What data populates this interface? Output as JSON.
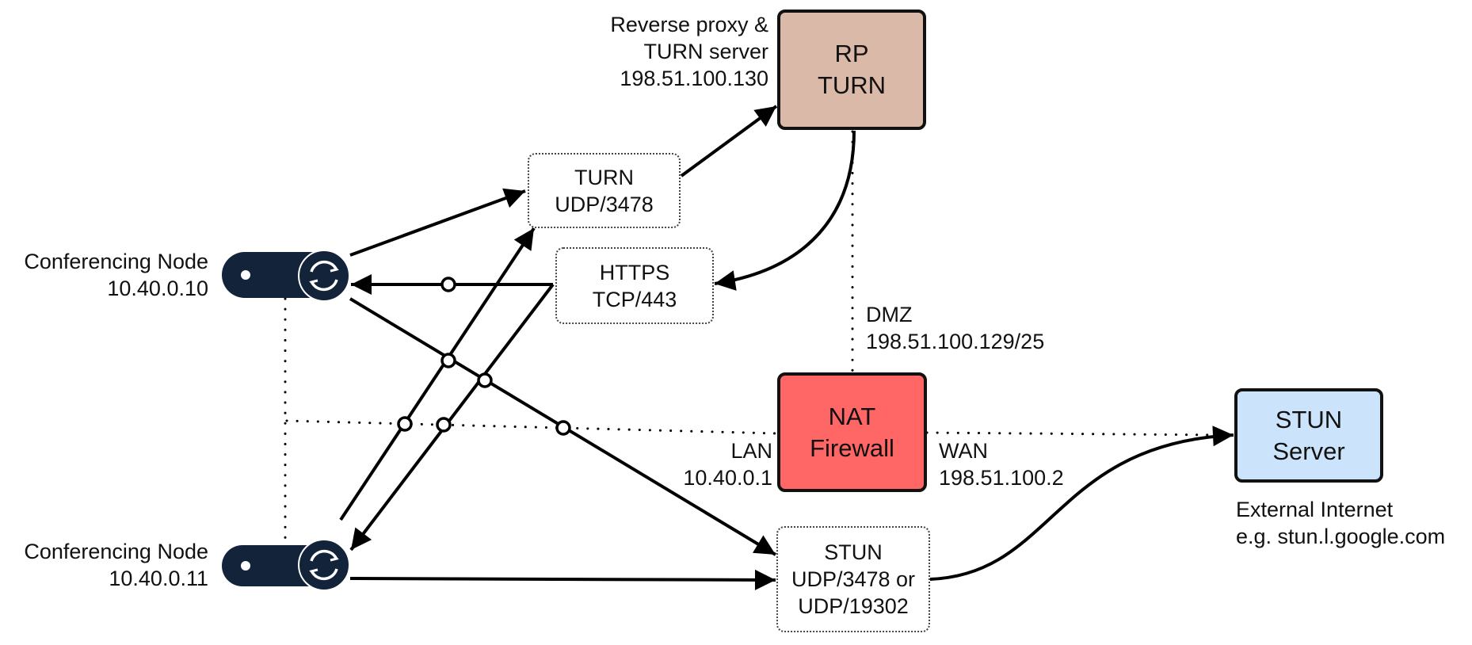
{
  "colors": {
    "rp_turn_fill": "#dbb9a8",
    "nat_fill": "#ff6666",
    "stun_server_fill": "#cce4fb",
    "node_fill": "#12233a",
    "line": "#000000"
  },
  "nodes": [
    {
      "id": "node1",
      "name": "Conferencing Node",
      "ip": "10.40.0.10",
      "icon": "sync-icon"
    },
    {
      "id": "node2",
      "name": "Conferencing Node",
      "ip": "10.40.0.11",
      "icon": "sync-icon"
    }
  ],
  "rp_turn": {
    "title_line1": "RP",
    "title_line2": "TURN",
    "caption_line1": "Reverse proxy &",
    "caption_line2": "TURN server",
    "caption_line3": "198.51.100.130"
  },
  "nat_firewall": {
    "title_line1": "NAT",
    "title_line2": "Firewall",
    "lan_label": "LAN",
    "lan_ip": "10.40.0.1",
    "wan_label": "WAN",
    "wan_ip": "198.51.100.2",
    "dmz_label": "DMZ",
    "dmz_subnet": "198.51.100.129/25"
  },
  "stun_server": {
    "title_line1": "STUN",
    "title_line2": "Server",
    "caption_line1": "External Internet",
    "caption_line2": "e.g. stun.l.google.com"
  },
  "protocols": {
    "turn": {
      "line1": "TURN",
      "line2": "UDP/3478"
    },
    "https": {
      "line1": "HTTPS",
      "line2": "TCP/443"
    },
    "stun": {
      "line1": "STUN",
      "line2": "UDP/3478 or",
      "line3": "UDP/19302"
    }
  }
}
